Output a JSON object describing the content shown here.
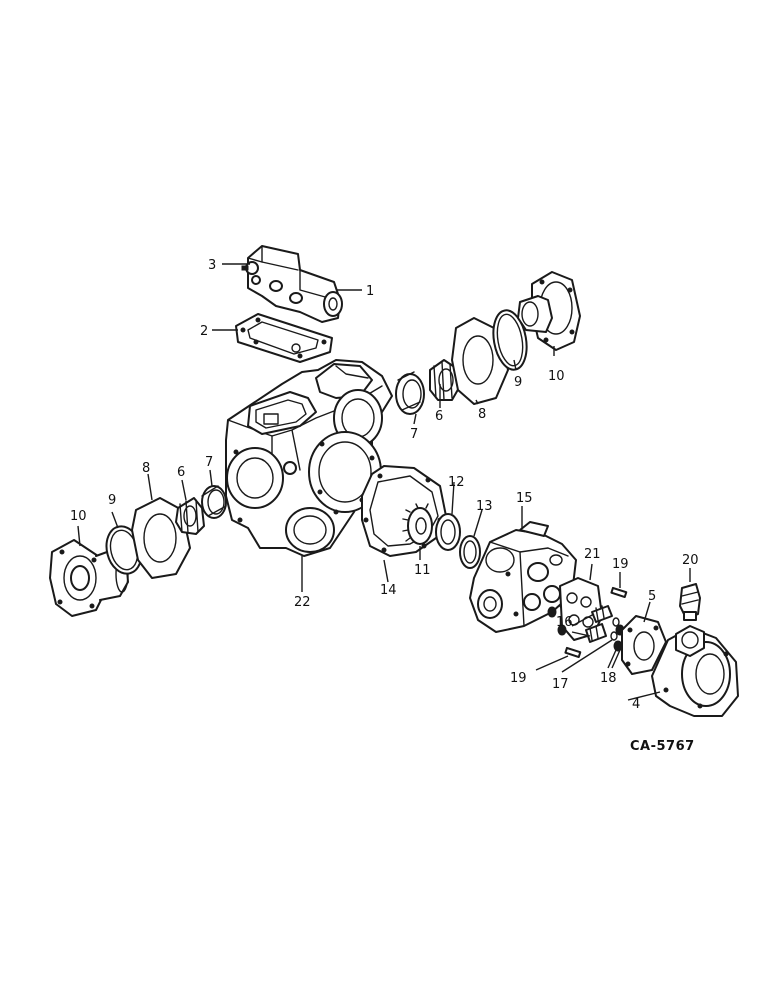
{
  "figure_code": "CA-5767",
  "callouts": [
    {
      "id": "c1",
      "text": "1"
    },
    {
      "id": "c2",
      "text": "2"
    },
    {
      "id": "c3",
      "text": "3"
    },
    {
      "id": "c4",
      "text": "4"
    },
    {
      "id": "c5",
      "text": "5"
    },
    {
      "id": "c6a",
      "text": "6"
    },
    {
      "id": "c6b",
      "text": "6"
    },
    {
      "id": "c7a",
      "text": "7"
    },
    {
      "id": "c7b",
      "text": "7"
    },
    {
      "id": "c8a",
      "text": "8"
    },
    {
      "id": "c8b",
      "text": "8"
    },
    {
      "id": "c9a",
      "text": "9"
    },
    {
      "id": "c9b",
      "text": "9"
    },
    {
      "id": "c10a",
      "text": "10"
    },
    {
      "id": "c10b",
      "text": "10"
    },
    {
      "id": "c11",
      "text": "11"
    },
    {
      "id": "c12",
      "text": "12"
    },
    {
      "id": "c13",
      "text": "13"
    },
    {
      "id": "c14",
      "text": "14"
    },
    {
      "id": "c15",
      "text": "15"
    },
    {
      "id": "c16",
      "text": "16"
    },
    {
      "id": "c17",
      "text": "17"
    },
    {
      "id": "c18",
      "text": "18"
    },
    {
      "id": "c19a",
      "text": "19"
    },
    {
      "id": "c19b",
      "text": "19"
    },
    {
      "id": "c20",
      "text": "20"
    },
    {
      "id": "c21",
      "text": "21"
    },
    {
      "id": "c22",
      "text": "22"
    }
  ]
}
